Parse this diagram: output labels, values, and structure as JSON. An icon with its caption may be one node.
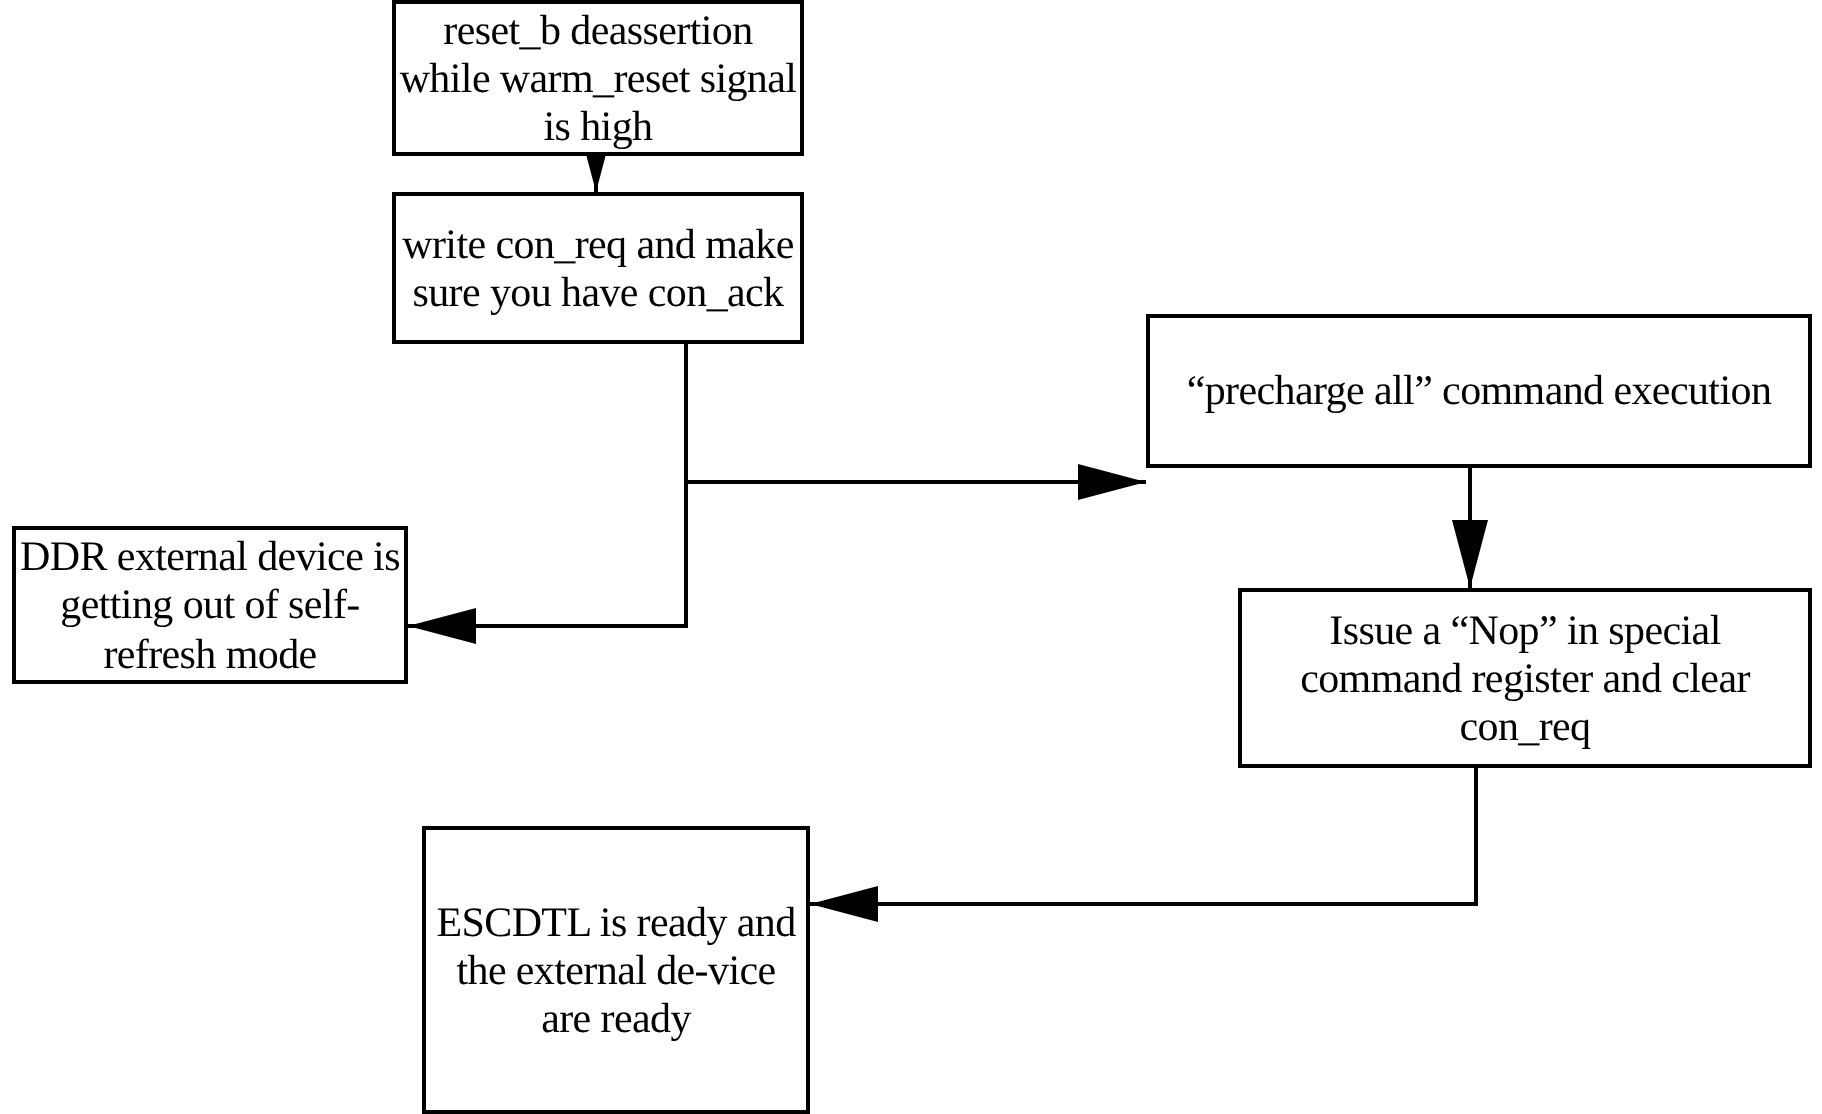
{
  "diagram": {
    "nodes": [
      {
        "text": [
          "reset_b deassertion while warm_reset signal is high"
        ]
      },
      {
        "text": [
          "write con_req and make sure you have con_ack"
        ]
      },
      {
        "text": [
          "“precharge all” command execution"
        ]
      },
      {
        "text": [
          "DDR external device is getting out of self-refresh mode"
        ]
      },
      {
        "text": [
          "Issue a “Nop” in special command register and clear con_req"
        ]
      },
      {
        "text": [
          "ESCDTL is ready and the external de-vice are ready"
        ]
      }
    ],
    "edges": [
      {
        "from": 0,
        "to": 1,
        "arrow": "to"
      },
      {
        "from": 1,
        "to": 3,
        "arrow": "to"
      },
      {
        "from": 1,
        "to": 2,
        "arrow": "to"
      },
      {
        "from": 2,
        "to": 4,
        "arrow": "to"
      },
      {
        "from": 4,
        "to": 5,
        "arrow": "to"
      }
    ]
  }
}
